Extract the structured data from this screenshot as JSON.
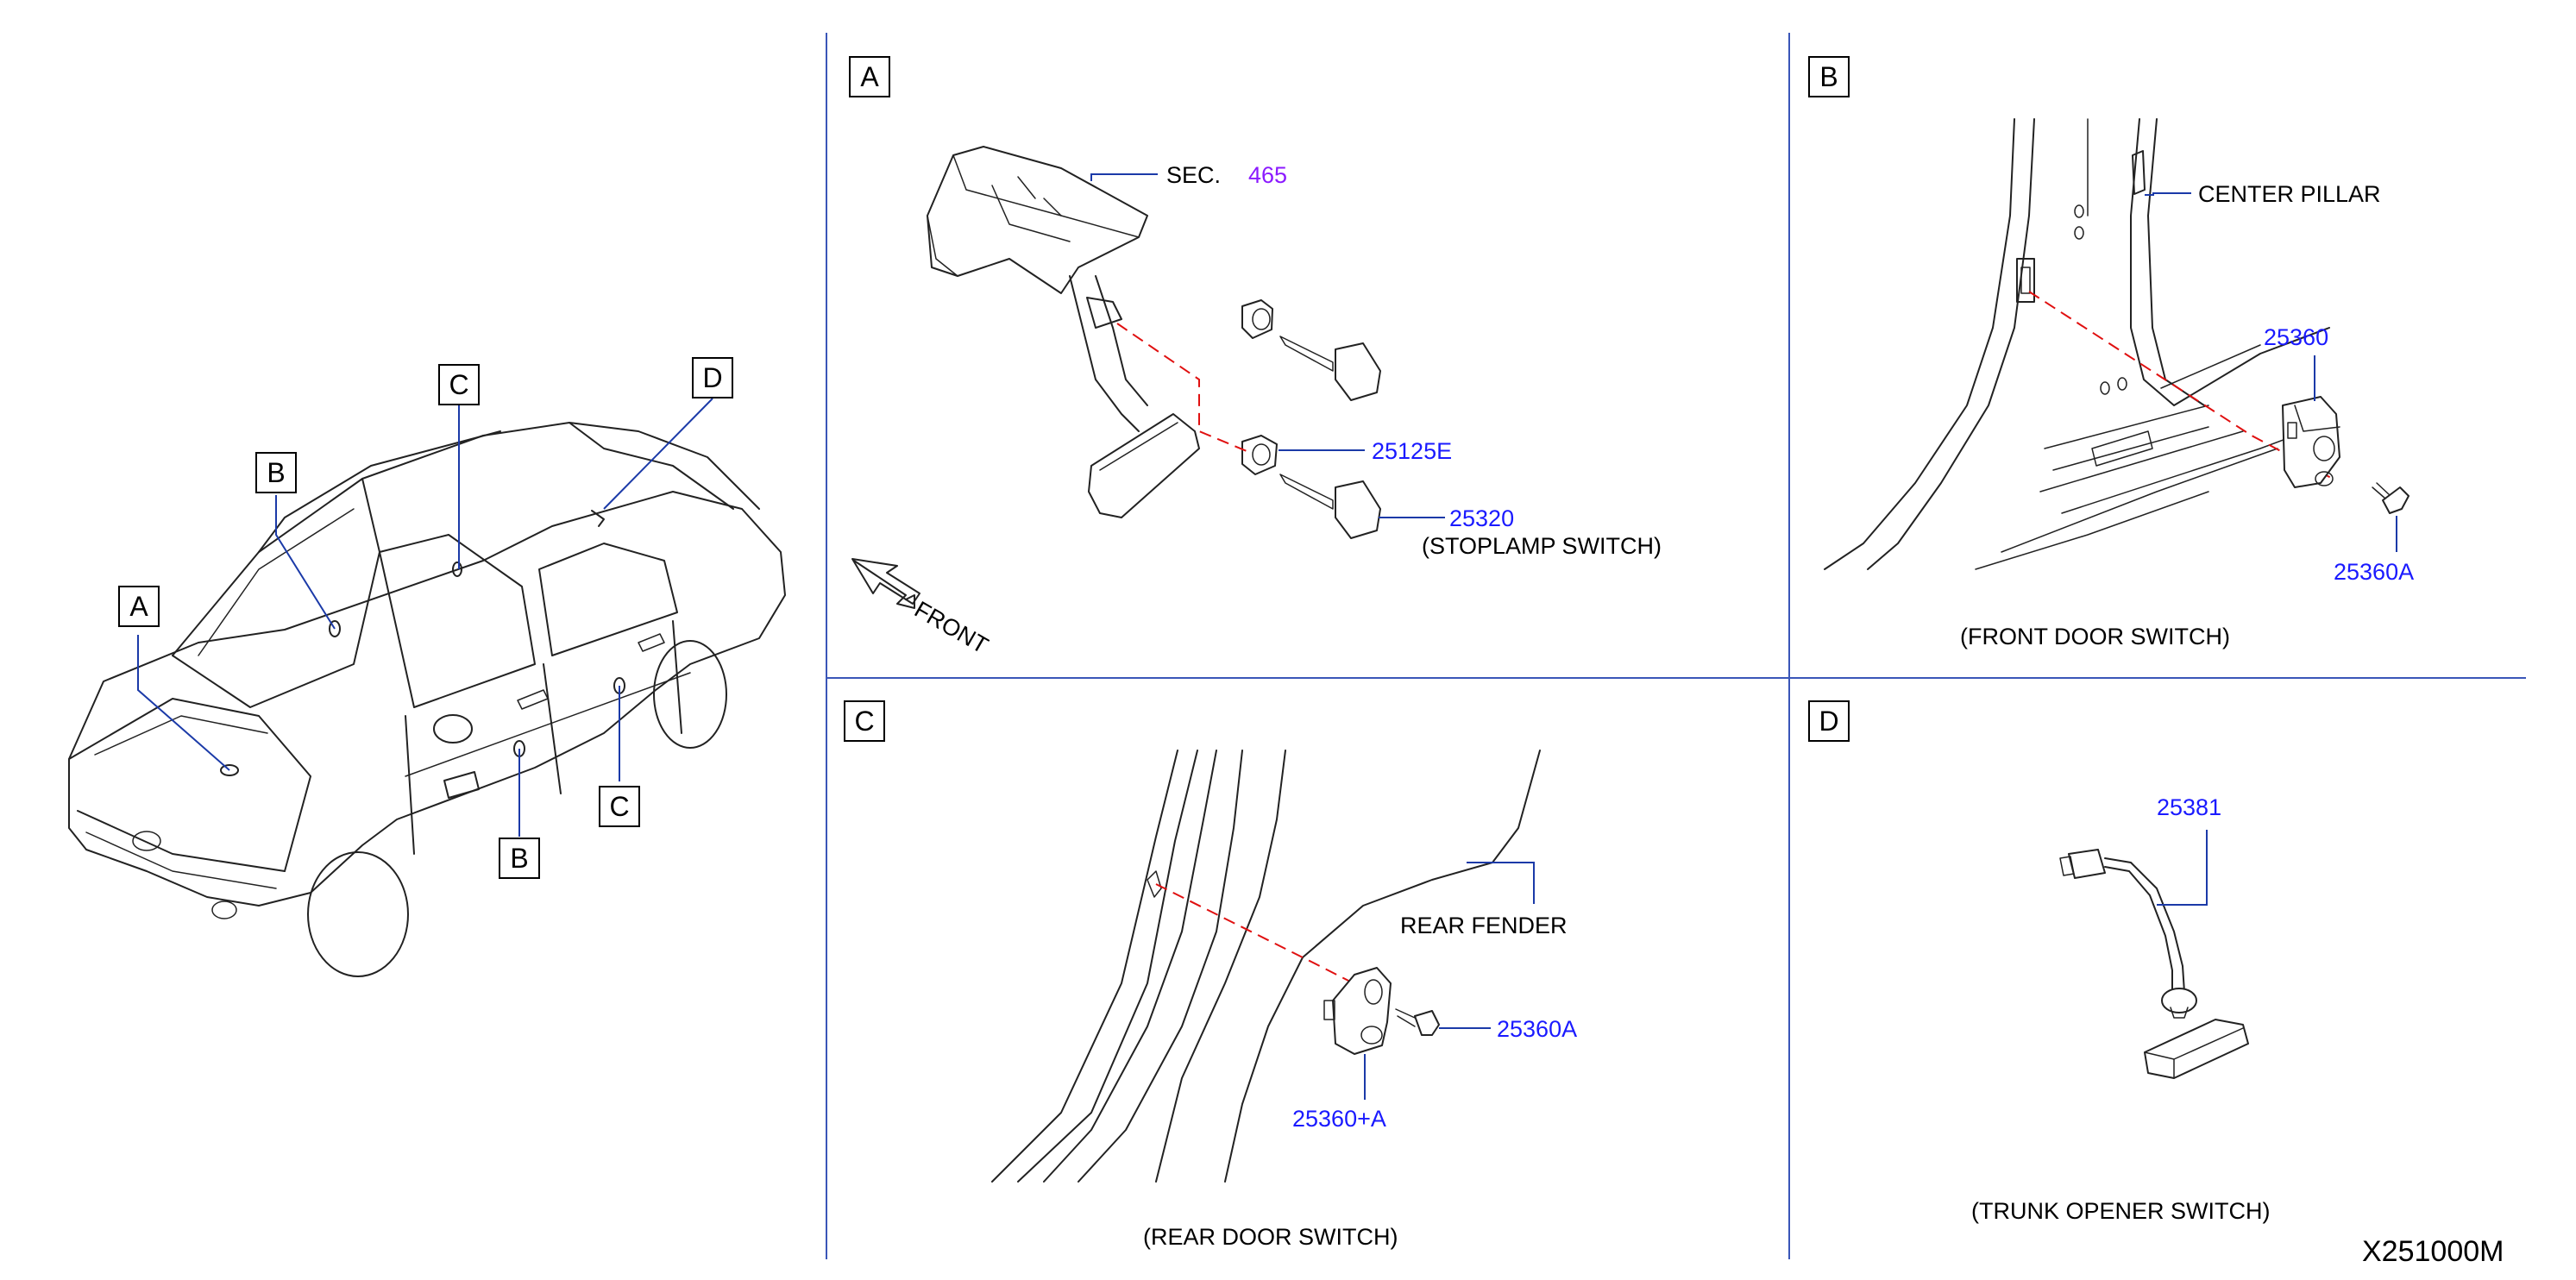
{
  "view_labels": {
    "A": "A",
    "B": "B",
    "C": "C",
    "D": "D"
  },
  "panel_a": {
    "sec_prefix": "SEC.",
    "sec_number": "465",
    "part_25125e": "25125E",
    "part_25320": "25320",
    "stoplamp_caption": "(STOPLAMP   SWITCH)",
    "front_arrow": "FRONT"
  },
  "panel_b": {
    "center_pillar": "CENTER   PILLAR",
    "part_25360": "25360",
    "part_25360a": "25360A",
    "caption": "(FRONT   DOOR   SWITCH)"
  },
  "panel_c": {
    "rear_fender": "REAR   FENDER",
    "part_25360a": "25360A",
    "part_25360_a": "25360+A",
    "caption": "(REAR   DOOR   SWITCH)"
  },
  "panel_d": {
    "part_25381": "25381",
    "caption": "(TRUNK   OPENER   SWITCH)"
  },
  "diagram_id": "X251000M",
  "colors": {
    "part_number": "#1a1aff",
    "section_number": "#8b1aff",
    "divider": "#3a56b8",
    "leader": "#1b3aa8",
    "install_path": "#e01010"
  }
}
